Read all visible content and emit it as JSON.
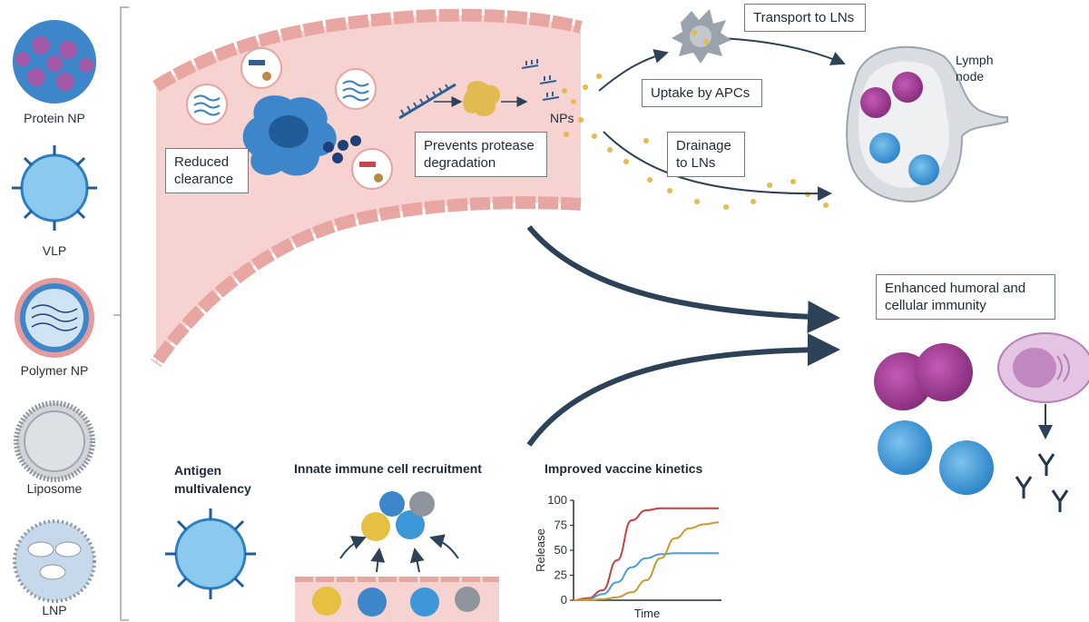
{
  "nanoparticle_types": [
    {
      "label": "Protein NP",
      "icon": "protein-np-icon"
    },
    {
      "label": "VLP",
      "icon": "vlp-icon"
    },
    {
      "label": "Polymer NP",
      "icon": "polymer-np-icon"
    },
    {
      "label": "Liposome",
      "icon": "liposome-icon"
    },
    {
      "label": "LNP",
      "icon": "lnp-icon"
    }
  ],
  "vessel": {
    "reduced_clearance": "Reduced clearance",
    "prevents_protease": "Prevents protease degradation",
    "nps": "NPs"
  },
  "lymph": {
    "transport": "Transport to LNs",
    "uptake": "Uptake by APCs",
    "drainage": "Drainage to LNs",
    "lymph_node": "Lymph node"
  },
  "outcome": {
    "enhanced": "Enhanced humoral and cellular immunity"
  },
  "features": {
    "antigen": "Antigen multivalency",
    "innate": "Innate immune cell recruitment",
    "kinetics": "Improved vaccine kinetics"
  },
  "chart_data": {
    "type": "line",
    "title": "Improved vaccine kinetics",
    "xlabel": "Time",
    "ylabel": "Release",
    "ylim": [
      0,
      100
    ],
    "yticks": [
      "0",
      "25",
      "50",
      "75",
      "100"
    ],
    "x": [
      0,
      1,
      2,
      3,
      4,
      5,
      6,
      7,
      8,
      9,
      10
    ],
    "series": [
      {
        "color": "#c8403f",
        "values": [
          0,
          2,
          10,
          40,
          80,
          90,
          92,
          92,
          92,
          92,
          92
        ]
      },
      {
        "color": "#4a9ed6",
        "values": [
          0,
          1,
          6,
          18,
          33,
          42,
          46,
          47,
          47,
          47,
          47
        ]
      },
      {
        "color": "#c99a2e",
        "values": [
          0,
          0,
          1,
          3,
          8,
          20,
          42,
          62,
          72,
          76,
          78
        ]
      }
    ]
  },
  "colors": {
    "vessel": "#f6d3d0",
    "purple_cell": "#9b3f8f",
    "blue_cell": "#3c96d4",
    "arrow": "#2d4257"
  }
}
